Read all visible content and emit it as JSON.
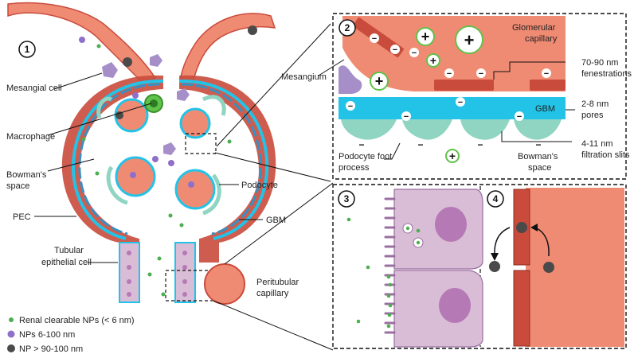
{
  "panels": {
    "p1": "1",
    "p2": "2",
    "p3": "3",
    "p4": "4"
  },
  "labels": {
    "mesangial_cell": "Mesangial cell",
    "macrophage": "Macrophage",
    "bowmans_space_1": "Bowman's",
    "bowmans_space_2": "space",
    "podocyte": "Podocyte",
    "pec": "PEC",
    "gbm": "GBM",
    "tubular_1": "Tubular",
    "tubular_2": "epithelial cell",
    "peritubular_1": "Peritubular",
    "peritubular_2": "capillary"
  },
  "panel2": {
    "glomerular_1": "Glomerular",
    "glomerular_2": "capillary",
    "mesangium": "Mesangium",
    "gbm": "GBM",
    "fenestrations_1": "70-90 nm",
    "fenestrations_2": "fenestrations",
    "pores_1": "2-8 nm",
    "pores_2": "pores",
    "foot_1": "Podocyte foot",
    "foot_2": "process",
    "bowman_1": "Bowman's",
    "bowman_2": "space",
    "slits_1": "4-11 nm",
    "slits_2": "filtration slits",
    "plus": "+",
    "minus": "−"
  },
  "legend": [
    {
      "label": "Renal clearable NPs (< 6 nm)",
      "color": "#4caf50"
    },
    {
      "label": "NPs 6-100 nm",
      "color": "#8e6fc9"
    },
    {
      "label": "NP > 90-100 nm",
      "color": "#4a4a4a"
    }
  ],
  "colors": {
    "vessel": "#f08b73",
    "vessel_dark": "#c94b3c",
    "gbm_blue": "#23c3e8",
    "podocyte_teal": "#8fd5c2",
    "mesangial_purple": "#a68fc9",
    "macrophage_green": "#5fc24a",
    "tubule_pink": "#d9bcd6",
    "tubule_nucleus": "#b57ab5"
  }
}
